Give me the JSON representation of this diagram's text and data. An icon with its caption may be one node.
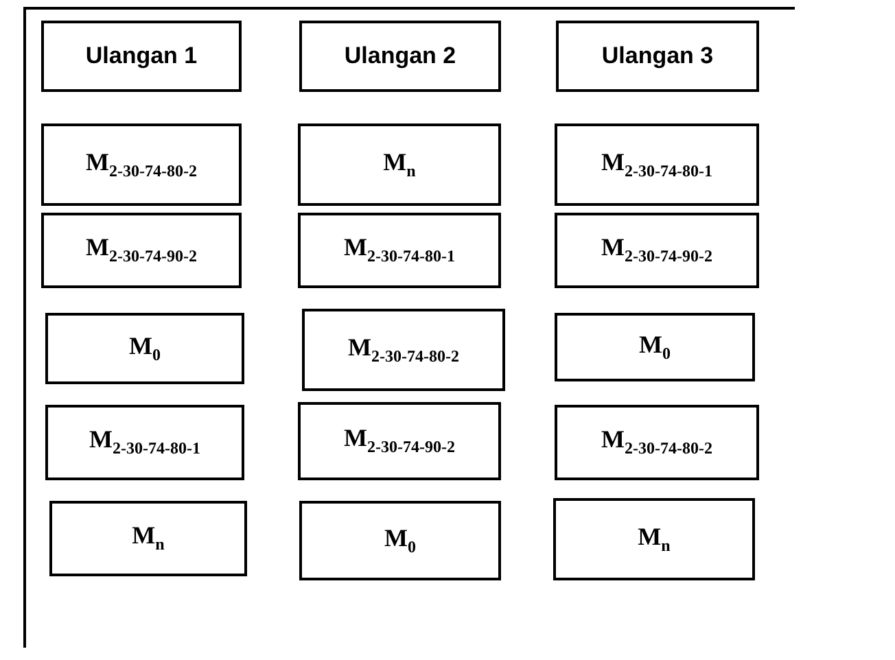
{
  "diagram": {
    "nodes": [
      {
        "text": [
          "Ulangan 1"
        ]
      },
      {
        "text": [
          "Ulangan 2"
        ]
      },
      {
        "text": [
          "Ulangan 3"
        ]
      },
      {
        "text": [
          "M$_{2-30-74-80-2}$"
        ]
      },
      {
        "text": [
          "M$_{n}$"
        ]
      },
      {
        "text": [
          "M$_{2-30-74-80-1}$"
        ]
      },
      {
        "text": [
          "M$_{2-30-74-90-2}$"
        ]
      },
      {
        "text": [
          "M$_{2-30-74-80-1}$"
        ]
      },
      {
        "text": [
          "M$_{2-30-74-90-2}$"
        ]
      },
      {
        "text": [
          "M$_{0}$"
        ]
      },
      {
        "text": [
          "M$_{2-30-74-80-2}$"
        ]
      },
      {
        "text": [
          "M$_{0}$"
        ]
      },
      {
        "text": [
          "M$_{2-30-74-80-1}$"
        ]
      },
      {
        "text": [
          "M$_{2-30-74-90-2}$"
        ]
      },
      {
        "text": [
          "M$_{2-30-74-80-2}$"
        ]
      },
      {
        "text": [
          "M$_{n}$"
        ]
      },
      {
        "text": [
          "M$_{0}$"
        ]
      },
      {
        "text": [
          "M$_{n}$"
        ]
      }
    ],
    "edges": []
  }
}
